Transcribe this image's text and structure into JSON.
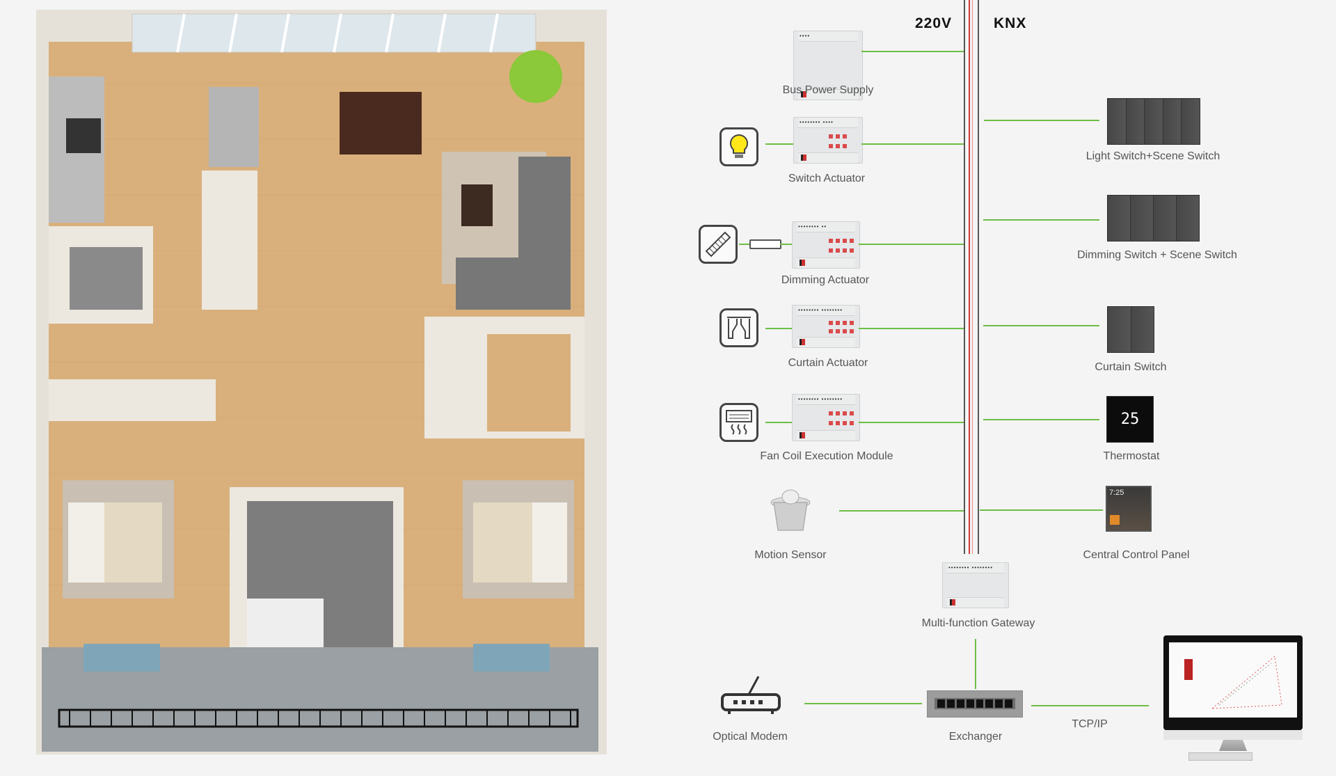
{
  "bus": {
    "power_label": "220V",
    "knx_label": "KNX"
  },
  "colors": {
    "connection_line": "#6dbd45",
    "bus_red": "#d33a3a",
    "bus_dark": "#555555",
    "background": "#f4f4f4"
  },
  "left_devices": [
    {
      "label": "Bus Power Supply",
      "icon": "din-module"
    },
    {
      "label": "Switch Actuator",
      "icon": "light-bulb-icon"
    },
    {
      "label": "Dimming Actuator",
      "icon": "led-strip-icon"
    },
    {
      "label": "Curtain Actuator",
      "icon": "curtain-icon"
    },
    {
      "label": "Fan Coil Execution Module",
      "icon": "air-conditioner-icon"
    },
    {
      "label": "Motion Sensor",
      "icon": "motion-sensor-icon"
    }
  ],
  "right_devices": [
    {
      "label": "Light Switch+Scene Switch"
    },
    {
      "label": "Dimming Switch + Scene Switch"
    },
    {
      "label": "Curtain Switch"
    },
    {
      "label": "Thermostat",
      "display": "25"
    },
    {
      "label": "Central Control Panel",
      "display": "7:25"
    }
  ],
  "network": {
    "gateway": "Multi-function Gateway",
    "exchanger": "Exchanger",
    "modem": "Optical Modem",
    "protocol": "TCP/IP"
  }
}
